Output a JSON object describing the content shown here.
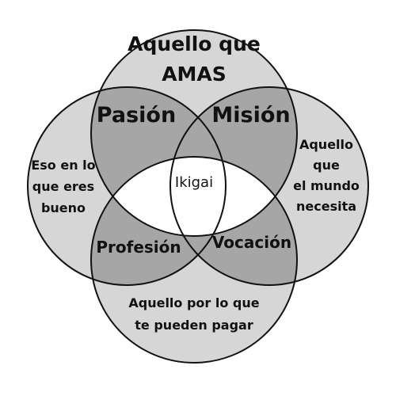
{
  "diagram": {
    "circles": {
      "top": {
        "lines": [
          "Aquello que",
          "AMAS"
        ]
      },
      "left": {
        "lines": [
          "Eso en lo",
          "que eres",
          "bueno"
        ]
      },
      "right": {
        "lines": [
          "Aquello",
          "que",
          "el mundo",
          "necesita"
        ]
      },
      "bottom": {
        "lines": [
          "Aquello por lo que",
          "te pueden pagar"
        ]
      }
    },
    "overlaps": {
      "top_left": "Pasión",
      "top_right": "Misión",
      "bottom_left": "Profesión",
      "bottom_right": "Vocación",
      "center": "Ikigai"
    },
    "colors": {
      "circle_fill": "#d6d6d6",
      "overlap_fill": "#a6a6a6",
      "center_fill": "#ffffff",
      "stroke": "#111111"
    }
  }
}
